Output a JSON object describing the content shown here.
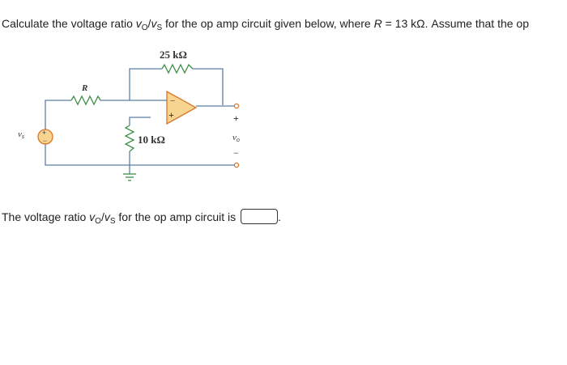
{
  "question": {
    "prefix": "Calculate the voltage ratio ",
    "v": "v",
    "o_sub": "O",
    "slash": "/",
    "s_sub": "S",
    "middle": " for the op amp circuit given below, where ",
    "r_var": "R",
    "r_value": " = 13 kΩ. Assume that the op"
  },
  "circuit": {
    "feedback_resistor_label": "25 kΩ",
    "input_resistor_label": "R",
    "ground_resistor_label": "10 kΩ",
    "source_label": "v",
    "source_sub": "s",
    "output_label": "v",
    "output_sub": "o",
    "output_plus": "+",
    "output_minus": "−",
    "opamp_minus": "−",
    "opamp_plus": "+",
    "source_plus": "+",
    "source_minus": "−"
  },
  "answer": {
    "prefix": "The voltage ratio ",
    "v": "v",
    "o_sub": "O",
    "slash": "/",
    "s_sub": "S",
    "suffix": " for the op amp circuit is",
    "period": "."
  }
}
